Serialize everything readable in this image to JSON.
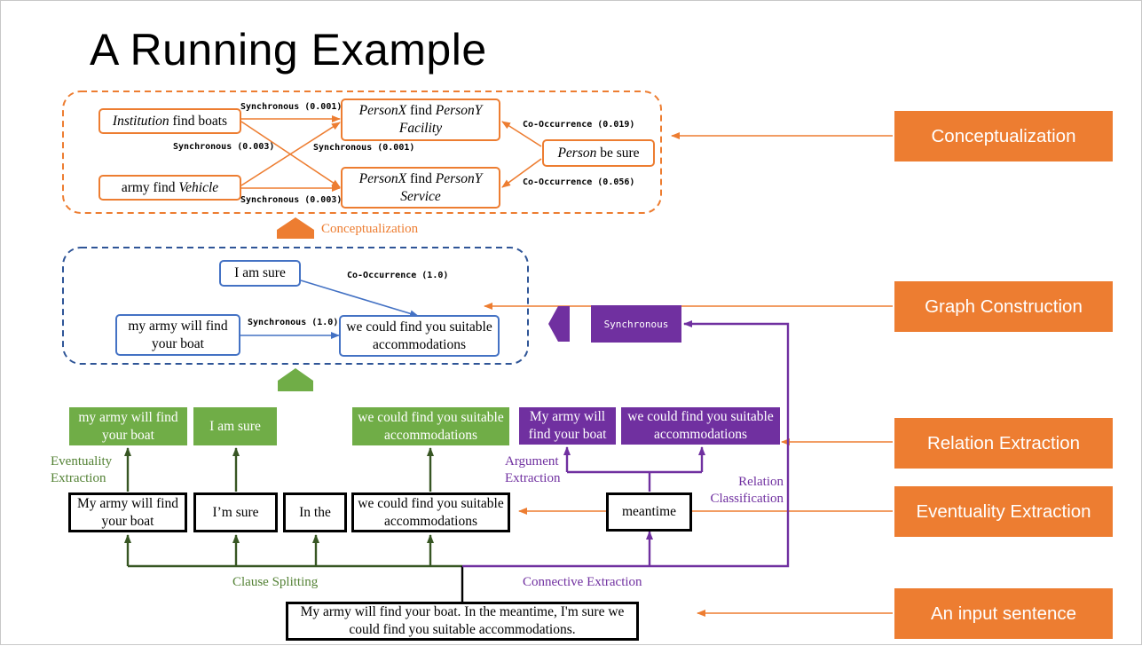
{
  "slide": {
    "title": "A Running Example"
  },
  "conceptualized_graph": {
    "nodes": {
      "institution": {
        "term": "Institution",
        "rest": " find boats"
      },
      "army_vehicle": {
        "prefix": "army find ",
        "term": "Vehicle"
      },
      "facility": {
        "t1": "PersonX",
        "mid": " find ",
        "t2": "PersonY",
        "t3": "Facility"
      },
      "service": {
        "t1": "PersonX",
        "mid": " find ",
        "t2": "PersonY",
        "t3": "Service"
      },
      "person_sure": {
        "term": "Person",
        "rest": " be sure"
      }
    },
    "edges": {
      "sync_top": "Synchronous (0.001)",
      "sync_left_mid": "Synchronous (0.003)",
      "sync_right_mid": "Synchronous (0.001)",
      "sync_bottom": "Synchronous (0.003)",
      "cooc_top": "Co-Occurrence (0.019)",
      "cooc_bottom": "Co-Occurrence (0.056)"
    },
    "arrow_label": "Conceptualization"
  },
  "eventuality_graph": {
    "nodes": {
      "i_am_sure": "I am sure",
      "my_army": "my army will find your boat",
      "accommodations": "we could find you suitable accommodations"
    },
    "edges": {
      "cooc": "Co-Occurrence (1.0)",
      "sync": "Synchronous (1.0)"
    },
    "relation_box": "Synchronous"
  },
  "extracted": {
    "green": [
      "my army will find your boat",
      "I am sure",
      "we could find you suitable accommodations"
    ],
    "purple": [
      "My army will find your boat",
      "we could find you suitable accommodations"
    ]
  },
  "clauses": [
    "My army will find your boat",
    "I’m sure",
    "In the",
    "we could find you suitable accommodations",
    "meantime"
  ],
  "labels": {
    "eventuality_extraction": "Eventuality Extraction",
    "argument_extraction": "Argument Extraction",
    "relation_classification": "Relation Classification",
    "clause_splitting": "Clause Splitting",
    "connective_extraction": "Connective Extraction"
  },
  "input_sentence": "My army will find your boat. In the meantime, I'm sure we could find you suitable accommodations.",
  "stages": [
    "Conceptualization",
    "Graph Construction",
    "Relation Extraction",
    "Eventuality Extraction",
    "An input sentence"
  ],
  "colors": {
    "orange": "#ed7d31",
    "blue": "#4472c4",
    "green": "#70ad47",
    "dark_green": "#548235",
    "purple": "#7030a0",
    "black": "#000000"
  }
}
